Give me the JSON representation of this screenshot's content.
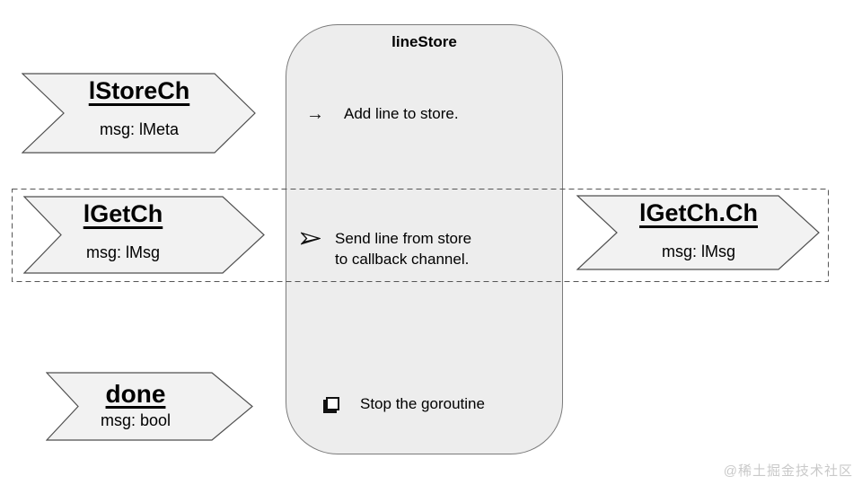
{
  "store_box": {
    "title": "lineStore",
    "items": [
      {
        "icon": "arrow-right-icon",
        "glyph": "→",
        "text": "Add line to store."
      },
      {
        "icon": "arrowhead-right-icon",
        "glyph": "➢",
        "text": "Send line from store\nto callback channel."
      },
      {
        "icon": "drop-shadow-square-icon",
        "glyph": "❏",
        "text": "Stop the goroutine"
      }
    ]
  },
  "channels": {
    "store": {
      "name": "lStoreCh",
      "msg": "msg: lMeta"
    },
    "get": {
      "name": "lGetCh",
      "msg": "msg: lMsg"
    },
    "get_callback": {
      "name": "lGetCh.Ch",
      "msg": "msg: lMsg"
    },
    "done": {
      "name": "done",
      "msg": "msg: bool"
    }
  },
  "watermark": "@稀土掘金技术社区",
  "colors": {
    "box_fill": "#ededed",
    "box_border": "#7b7b7b",
    "chevron_fill": "#f2f2f2",
    "chevron_border": "#4f4f4f",
    "dashed_border": "#565656",
    "text": "#000000",
    "watermark": "#c9c9c9"
  }
}
